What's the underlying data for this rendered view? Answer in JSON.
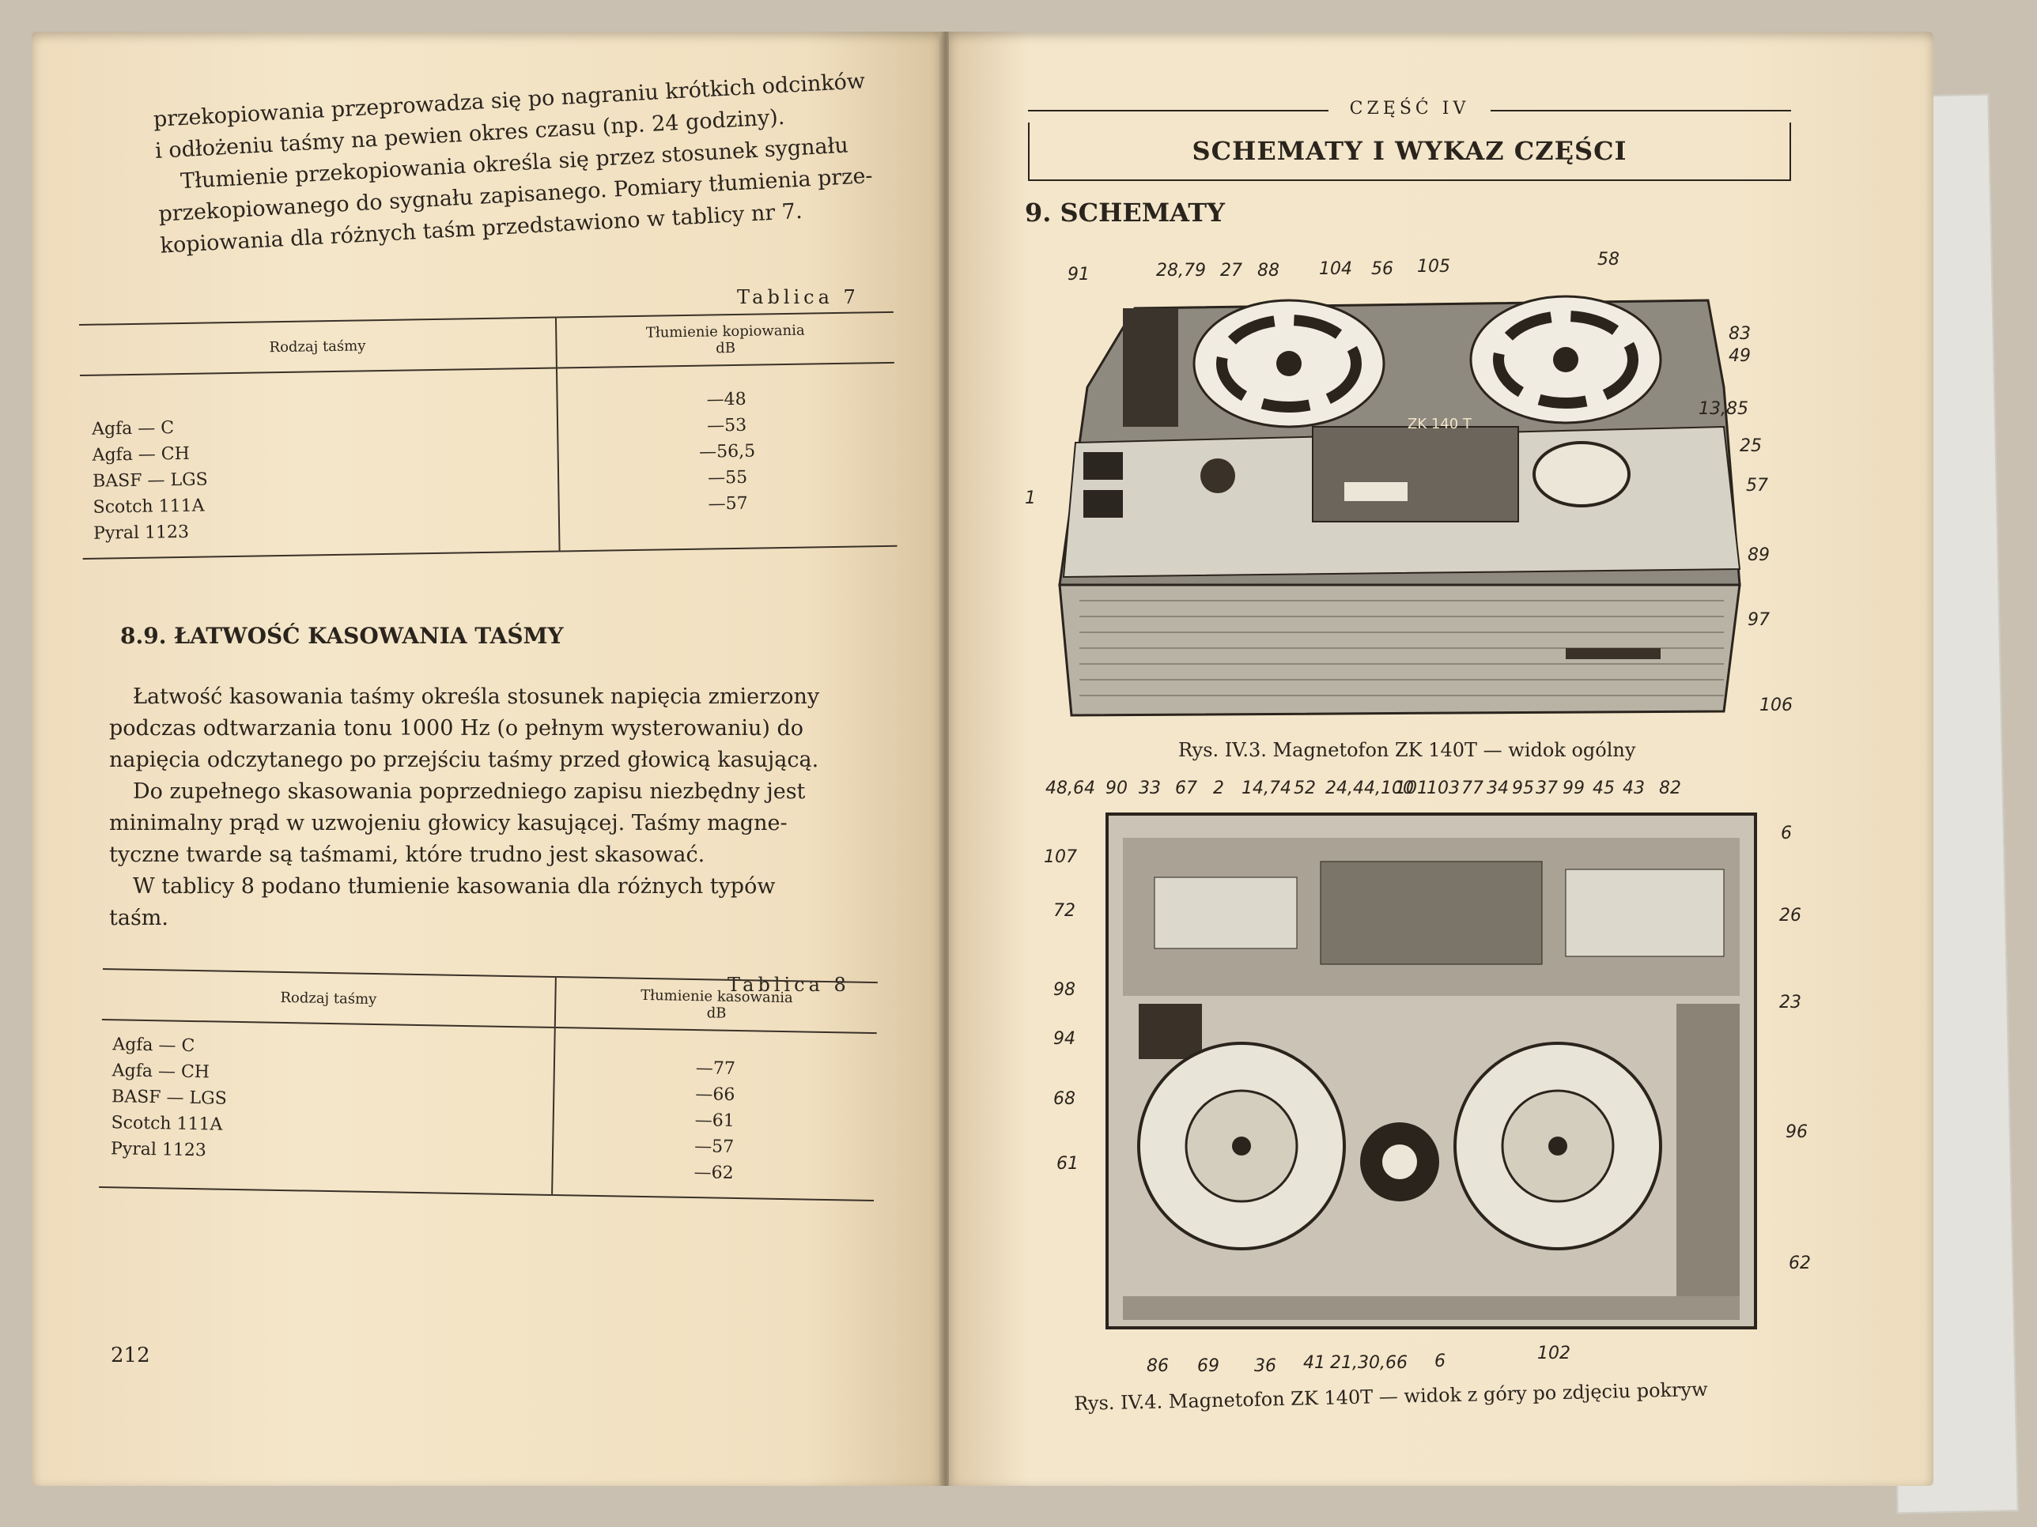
{
  "left_page": {
    "intro_lines": [
      "przekopiowania przeprowadza się po nagraniu krótkich odcinków",
      "i odłożeniu taśmy na pewien okres czasu (np. 24 godziny).",
      "Tłumienie przekopiowania określa się przez stosunek sygnału",
      "przekopiowanego do sygnału zapisanego. Pomiary tłumienia prze-",
      "kopiowania dla różnych taśm przedstawiono w tablicy nr 7."
    ],
    "table7": {
      "caption": "Tablica 7",
      "col1": "Rodzaj taśmy",
      "col2_line1": "Tłumienie kopiowania",
      "col2_line2": "dB",
      "names": [
        "Agfa — C",
        "Agfa — CH",
        "BASF — LGS",
        "Scotch 111A",
        "Pyral 1123"
      ],
      "values": [
        "—48",
        "—53",
        "—56,5",
        "—55",
        "—57"
      ]
    },
    "section_heading": "8.9. ŁATWOŚĆ KASOWANIA TAŚMY",
    "body_lines": [
      "Łatwość kasowania taśmy określa stosunek napięcia zmierzony",
      "podczas odtwarzania tonu 1000 Hz (o pełnym wysterowaniu) do",
      "napięcia odczytanego po przejściu taśmy przed głowicą kasującą.",
      "Do zupełnego skasowania poprzedniego zapisu niezbędny jest",
      "minimalny prąd w uzwojeniu głowicy kasującej. Taśmy magne-",
      "tyczne twarde są taśmami, które trudno jest skasować.",
      "W tablicy 8 podano tłumienie kasowania dla różnych typów",
      "taśm."
    ],
    "table8": {
      "caption": "Tablica 8",
      "col1": "Rodzaj taśmy",
      "col2_line1": "Tłumienie kasowania",
      "col2_line2": "dB",
      "names": [
        "Agfa — C",
        "Agfa — CH",
        "BASF — LGS",
        "Scotch 111A",
        "Pyral 1123"
      ],
      "values": [
        "—77",
        "—66",
        "—61",
        "—57",
        "—62"
      ]
    },
    "page_number": "212"
  },
  "right_page": {
    "part_label": "CZĘŚĆ IV",
    "part_title": "SCHEMATY I WYKAZ CZĘŚCI",
    "section_heading": "9. SCHEMATY",
    "figure1_caption": "Rys. IV.3. Magnetofon ZK 140T — widok ogólny",
    "figure1_callouts": [
      "91",
      "28,79",
      "27",
      "88",
      "104",
      "56",
      "105",
      "58",
      "83",
      "49",
      "13,85",
      "25",
      "57",
      "1",
      "89",
      "97",
      "106"
    ],
    "figure1_badge": "ZK 140 T",
    "figure2_caption": "Rys. IV.4. Magnetofon ZK 140T — widok z góry po zdjęciu pokryw",
    "figure2_callouts_top": [
      "48,64",
      "90",
      "33",
      "67",
      "2",
      "14,74",
      "52",
      "24,44,100",
      "101",
      "103",
      "77",
      "34",
      "95",
      "37",
      "99",
      "45",
      "43",
      "82"
    ],
    "figure2_callouts_left": [
      "107",
      "72",
      "98",
      "94",
      "68",
      "61"
    ],
    "figure2_callouts_right": [
      "6",
      "26",
      "23",
      "96",
      "62"
    ],
    "figure2_callouts_bottom": [
      "86",
      "69",
      "36",
      "41",
      "21,30,66",
      "6",
      "102"
    ]
  }
}
